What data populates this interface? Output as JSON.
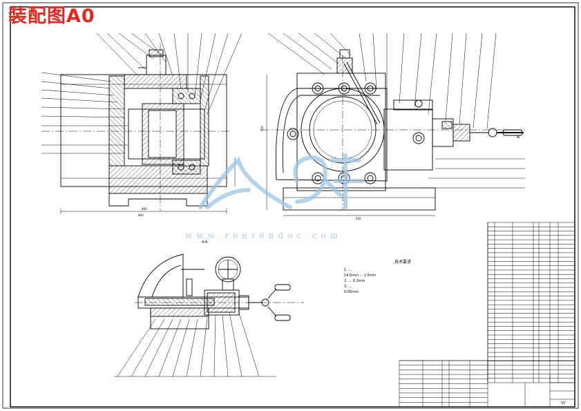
{
  "drawing": {
    "title_overlay": "装配图A0",
    "section_label": "A-A",
    "view_label_a": "A",
    "watermark_url": "www.renrendoc.com",
    "tech_notes_title": "技术要求",
    "tech_notes": [
      "1. ...",
      "14.5mm  ... 1.5mm",
      "2. ... 0.1mm",
      "3. ...",
      "0.05mm"
    ],
    "dimension_labels": [
      "800",
      "640",
      "550"
    ],
    "parts_list_rows": 37,
    "title_block_drawing_no": "SY"
  },
  "colors": {
    "line": "#000000",
    "hatch": "#000000",
    "title_red": "#e8261e",
    "watermark": "#9cc6e6"
  }
}
